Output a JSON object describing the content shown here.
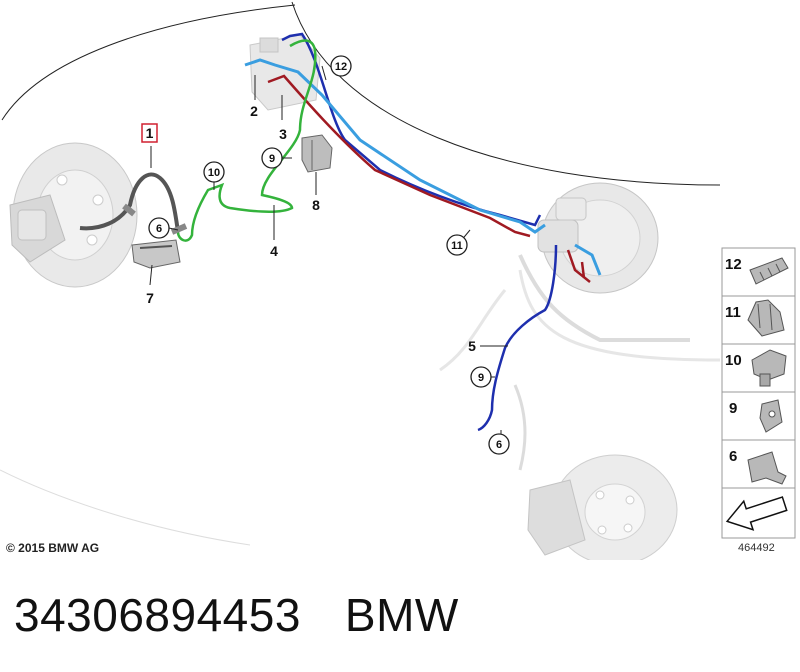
{
  "callouts": {
    "c1": "1",
    "c2": "2",
    "c3": "3",
    "c4": "4",
    "c5": "5",
    "c6a": "6",
    "c6b": "6",
    "c7": "7",
    "c8": "8",
    "c9a": "9",
    "c9b": "9",
    "c10": "10",
    "c11": "11",
    "c12": "12"
  },
  "legend": {
    "items": [
      {
        "number": "12",
        "icon": "clip-12-icon"
      },
      {
        "number": "11",
        "icon": "clip-11-icon"
      },
      {
        "number": "10",
        "icon": "clip-10-icon"
      },
      {
        "number": "9",
        "icon": "clip-9-icon"
      },
      {
        "number": "6",
        "icon": "bracket-6-icon"
      }
    ]
  },
  "copyright": "© 2015 BMW AG",
  "diagram_id": "464492",
  "footer": {
    "part_number": "34306894453",
    "brand": "BMW"
  },
  "colors": {
    "blue": "#1e2fae",
    "light_blue": "#3a9ee0",
    "red": "#a01a22",
    "green": "#34b33c",
    "highlight": "#d02030"
  }
}
